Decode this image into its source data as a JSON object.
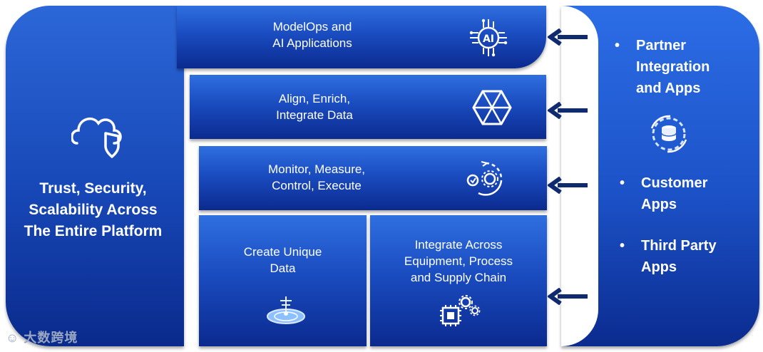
{
  "left": {
    "title": "Trust, Security,\nScalability Across\nThe Entire Platform",
    "icon": "cloud-shield-icon"
  },
  "rows": [
    {
      "label": "ModelOps and\nAI Applications",
      "icon": "ai-chip-icon"
    },
    {
      "label": "Align, Enrich,\nIntegrate Data",
      "icon": "hexagon-icon"
    },
    {
      "label": "Monitor, Measure,\nControl, Execute",
      "icon": "gear-cycle-icon"
    }
  ],
  "boxes": [
    {
      "label": "Create Unique\nData",
      "icon": "data-disc-icon"
    },
    {
      "label": "Integrate Across\nEquipment, Process\nand Supply Chain",
      "icon": "chip-gears-icon"
    }
  ],
  "right": {
    "groups": [
      {
        "label": "Partner\nIntegration\nand Apps"
      },
      {
        "label": "Customer\nApps"
      },
      {
        "label": "Third Party\nApps"
      }
    ],
    "bullet": "•",
    "icon": "database-gear-icon"
  },
  "watermark": "大数跨境",
  "colors": {
    "panel_top": "#2f6fe0",
    "panel_bottom": "#0b2a8f",
    "arrow": "#0f2a6e"
  }
}
